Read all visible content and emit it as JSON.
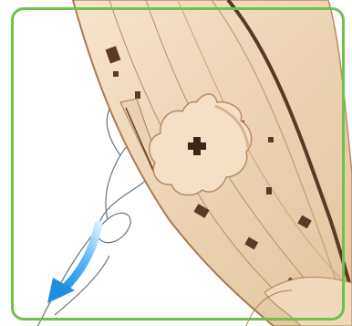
{
  "illustration": {
    "icons": {
      "frame": "rounded-green-frame",
      "ring": "wooden-ring-segment",
      "gear": "wooden-star-gear",
      "string": "thread-line",
      "arrow": "curved-direction-arrow"
    },
    "colors": {
      "frame_border": "#6cc24a",
      "wood_light": "#f2dcc0",
      "wood_mid": "#e4c7a4",
      "wood_dark": "#b98b62",
      "slot": "#5a3a24",
      "string": "#6b7478",
      "arrow_start": "#bfe3ff",
      "arrow_end": "#1e8fe0"
    }
  }
}
